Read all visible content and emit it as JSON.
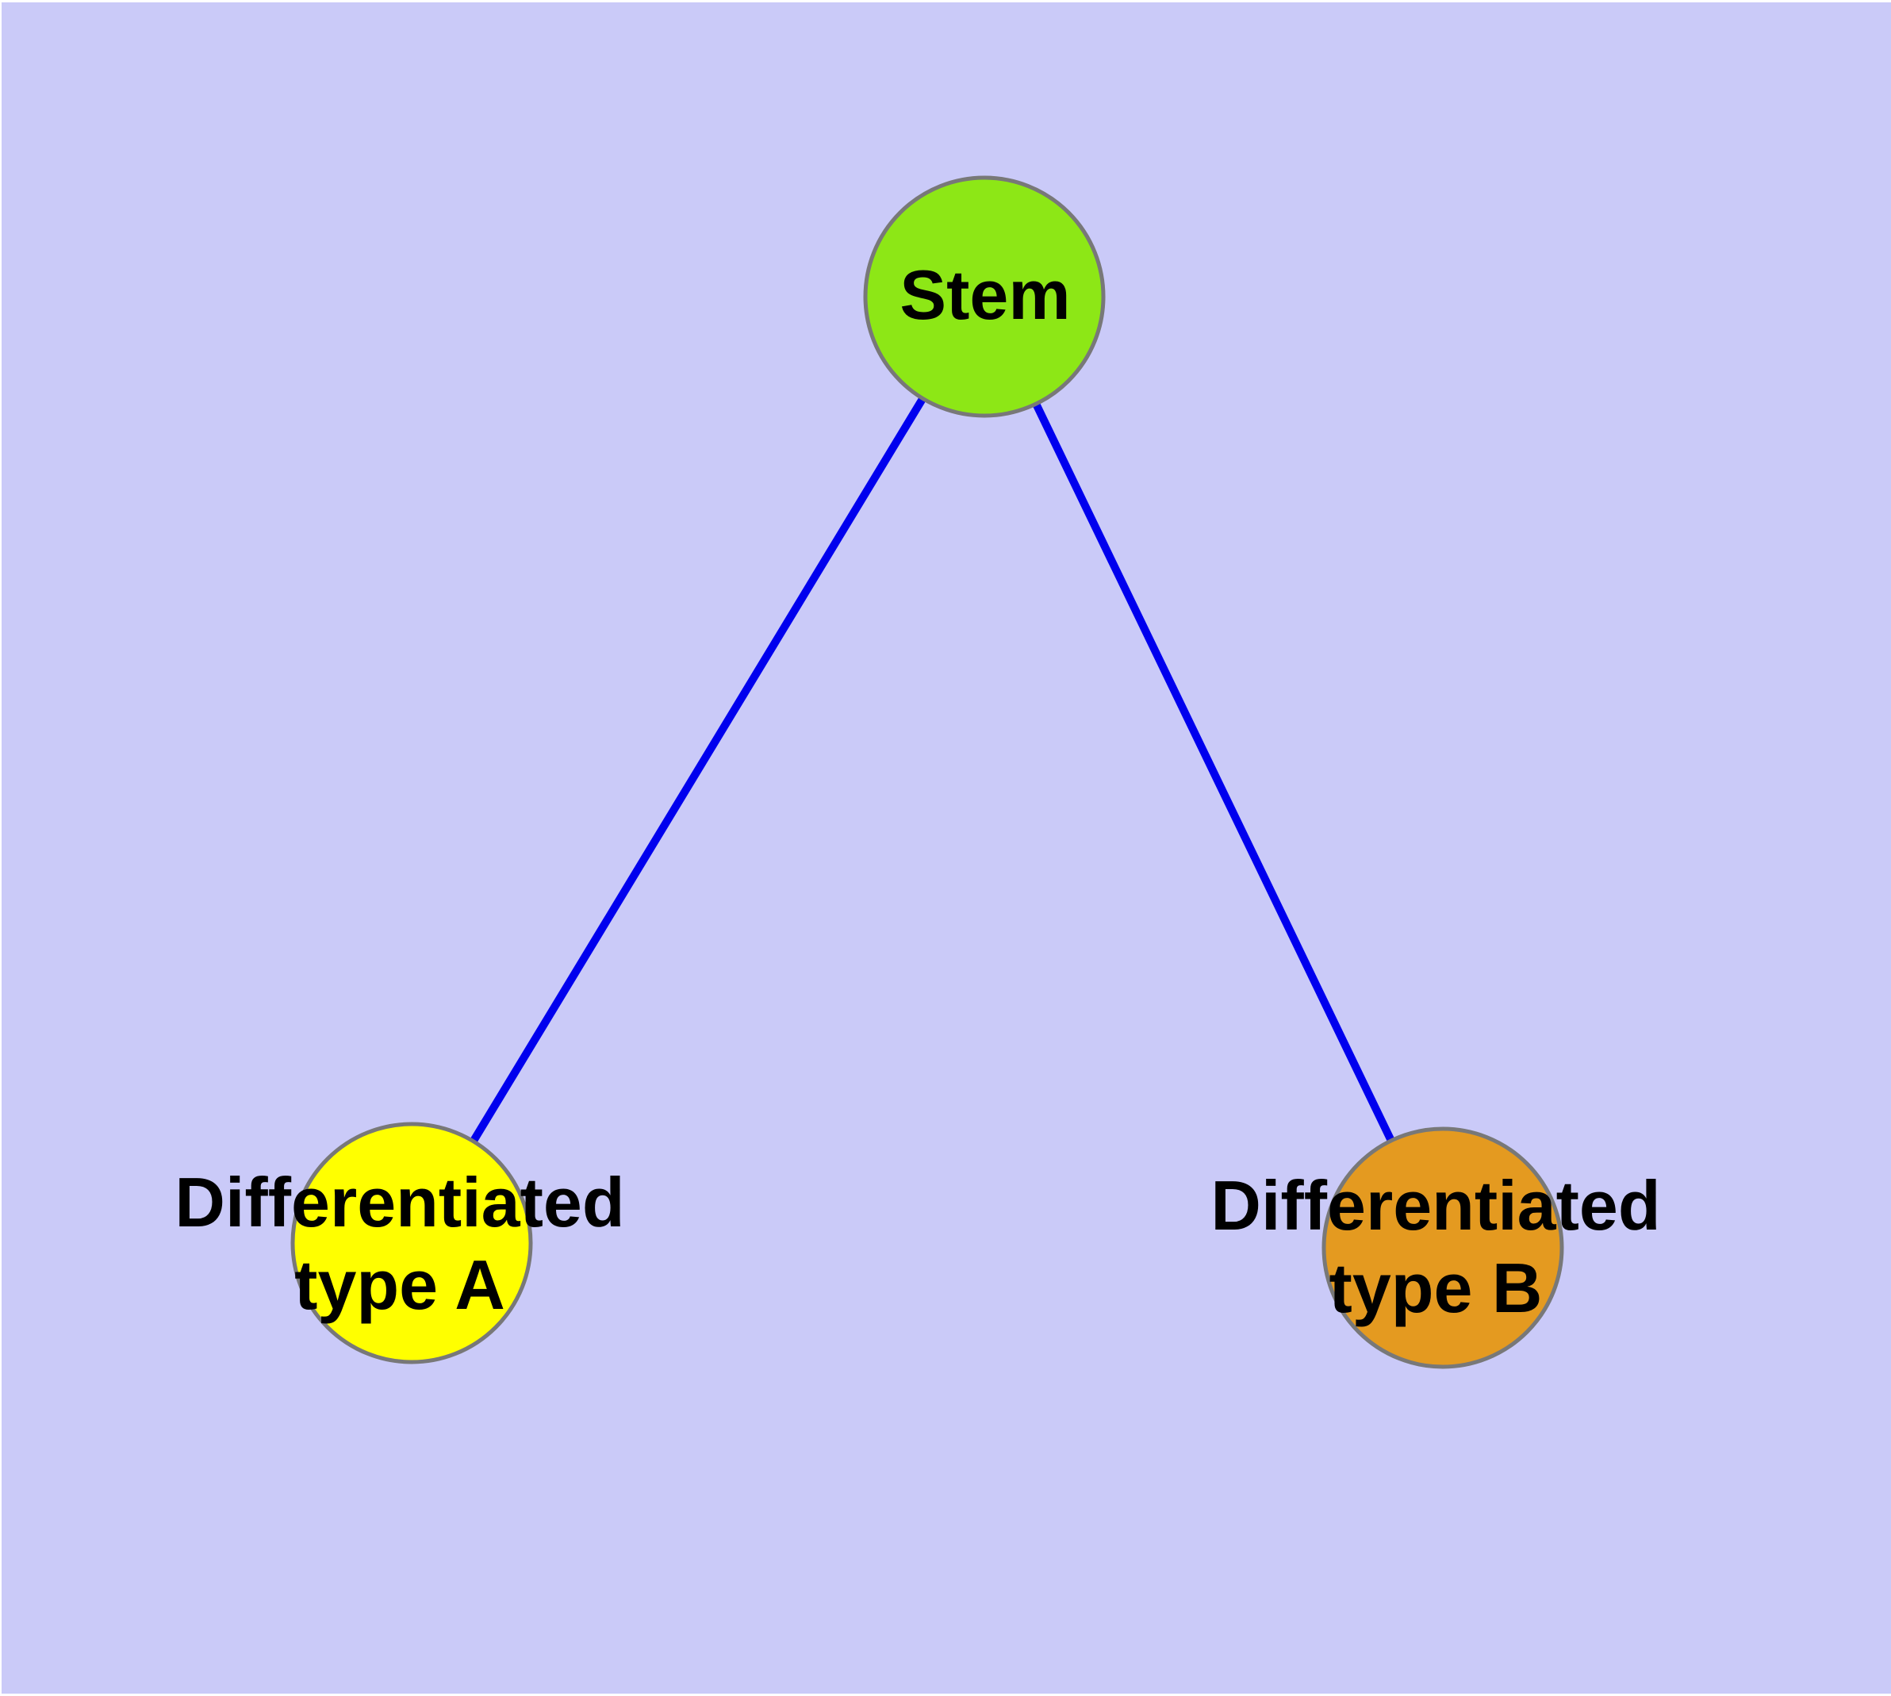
{
  "diagram": {
    "type": "node-link-graph",
    "description": "Stem cell differentiation graph: one stem node connected to two differentiated cell type nodes",
    "colors": {
      "background": "#CACAF8",
      "edge": "#0000EE",
      "node_border": "#787878",
      "label": "#000000"
    },
    "nodes": [
      {
        "id": "stem",
        "label": "Stem",
        "color": "#8DE716"
      },
      {
        "id": "diff-a",
        "label": "Differentiated\ntype A",
        "color": "#FFFF00"
      },
      {
        "id": "diff-b",
        "label": "Differentiated\ntype B",
        "color": "#E49A20"
      }
    ],
    "edges": [
      {
        "from": "stem",
        "to": "diff-a"
      },
      {
        "from": "stem",
        "to": "diff-b"
      }
    ]
  }
}
